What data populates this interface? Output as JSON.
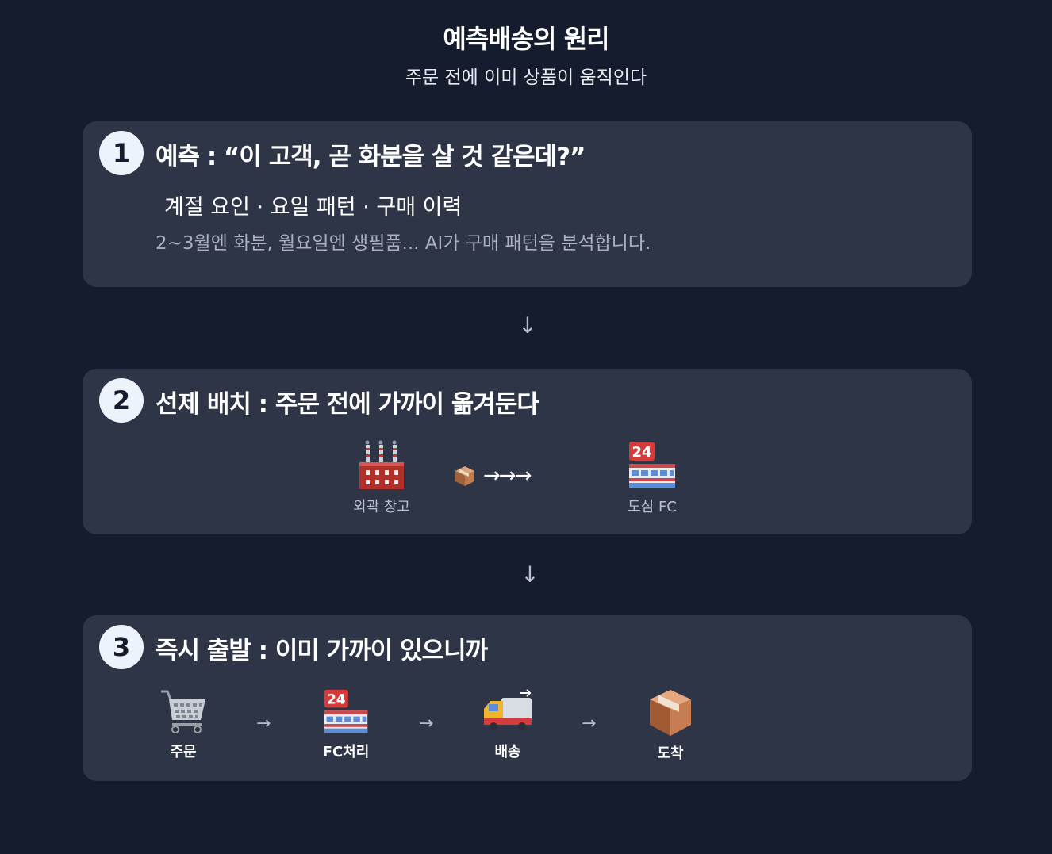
{
  "header": {
    "title": "예측배송의 원리",
    "subtitle": "주문 전에 이미 상품이 움직인다"
  },
  "steps": [
    {
      "number": "1",
      "heading": "예측 : “이 고객, 곧 화분을 살 것 같은데?”",
      "factors": "계절 요인 · 요일 패턴 · 구매 이력",
      "description": "2~3월엔 화분, 월요일엔 생필품... AI가 구매 패턴을 분석합니다."
    },
    {
      "number": "2",
      "heading": "선제 배치 : 주문 전에 가까이 옮겨둔다",
      "nodes": [
        {
          "icon": "factory-icon",
          "label": "외곽 창고"
        },
        {
          "icon": "fc-store-icon",
          "label": "도심 FC"
        }
      ],
      "transfer_arrows": "→→→"
    },
    {
      "number": "3",
      "heading": "즉시 출발 : 이미 가까이 있으니까",
      "nodes": [
        {
          "icon": "cart-icon",
          "label": "주문"
        },
        {
          "icon": "fc-store-icon",
          "label": "FC처리"
        },
        {
          "icon": "truck-icon",
          "label": "배송"
        },
        {
          "icon": "package-icon",
          "label": "도착"
        }
      ]
    }
  ],
  "connector_arrow": "↓",
  "flow_arrow": "→",
  "colors": {
    "background": "#151c2d",
    "card": "#2e3547",
    "badge": "#ecf3fb",
    "muted_text": "#aab0bc"
  }
}
